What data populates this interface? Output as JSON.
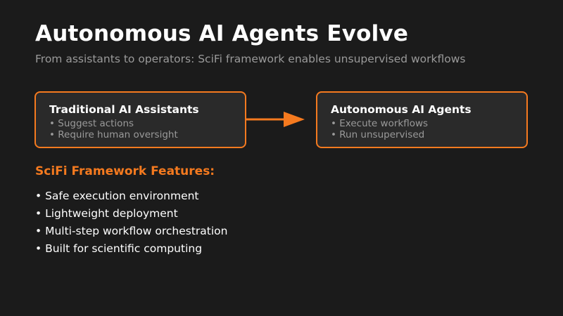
{
  "header": {
    "title": "Autonomous AI Agents Evolve",
    "subtitle": "From assistants to operators: SciFi framework enables unsupervised workflows"
  },
  "diagram": {
    "left_box": {
      "title": "Traditional AI Assistants",
      "items": [
        "• Suggest actions",
        "• Require human oversight"
      ]
    },
    "arrow": {
      "direction": "right",
      "color": "#f57a1f"
    },
    "right_box": {
      "title": "Autonomous AI Agents",
      "items": [
        "• Execute workflows",
        "• Run unsupervised"
      ]
    }
  },
  "features": {
    "heading": "SciFi Framework Features:",
    "items": [
      "• Safe execution environment",
      "• Lightweight deployment",
      "• Multi-step workflow orchestration",
      "• Built for scientific computing"
    ]
  },
  "colors": {
    "background": "#1b1b1b",
    "accent": "#f57a1f",
    "box_fill": "#2a2a2a",
    "muted_text": "#9a9a9a"
  }
}
